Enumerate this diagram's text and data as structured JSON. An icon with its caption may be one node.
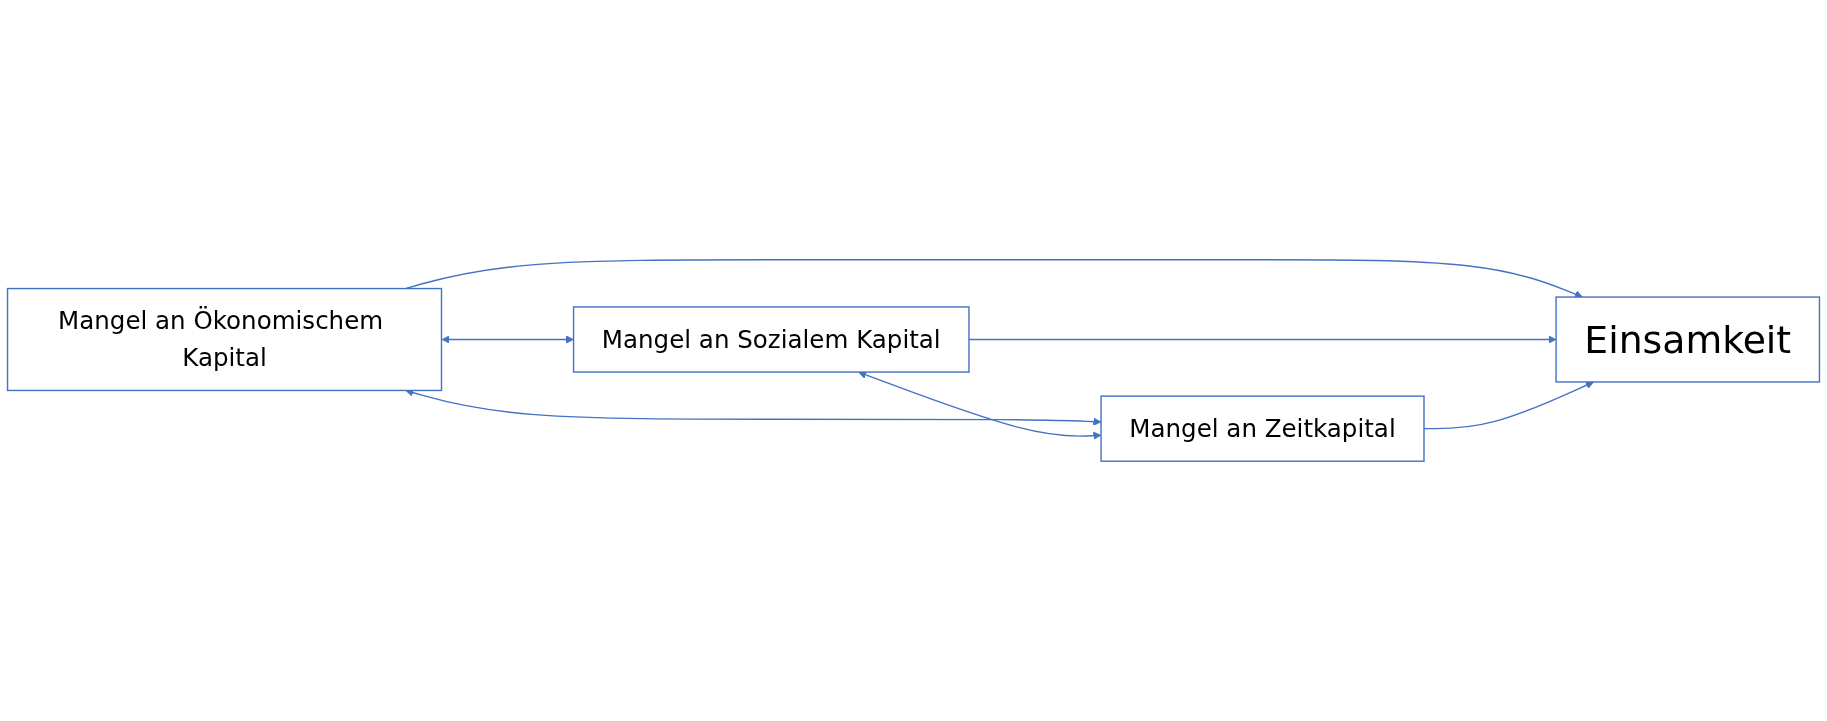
{
  "diagram": {
    "nodes": [
      {
        "text": [
          "Mangel an Ökonomischem Kapital"
        ]
      },
      {
        "text": [
          "Einsamkeit"
        ]
      },
      {
        "text": [
          "Mangel an Zeitkapital"
        ]
      },
      {
        "text": [
          "Mangel an Sozialem Kapital"
        ]
      }
    ],
    "edges": [
      {
        "from": 0,
        "to": 2,
        "arrow": "both"
      },
      {
        "from": 0,
        "to": 1,
        "arrow": "to"
      },
      {
        "from": 0,
        "to": 3,
        "arrow": "both"
      },
      {
        "from": 3,
        "to": 1,
        "arrow": "to"
      },
      {
        "from": 2,
        "to": 1,
        "arrow": "to"
      },
      {
        "from": 3,
        "to": 2,
        "arrow": "both"
      }
    ]
  }
}
